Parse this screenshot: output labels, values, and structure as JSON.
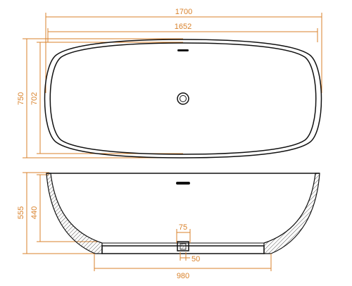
{
  "drawing": {
    "dimensions": {
      "overall_length": "1700",
      "inner_length": "1652",
      "overall_width": "750",
      "inner_width": "702",
      "overall_height": "555",
      "inner_depth": "440",
      "drain_width": "75",
      "drain_height": "50",
      "base_length": "980"
    },
    "colors": {
      "dimension_line": "#d9822b",
      "outline": "#111111"
    }
  }
}
